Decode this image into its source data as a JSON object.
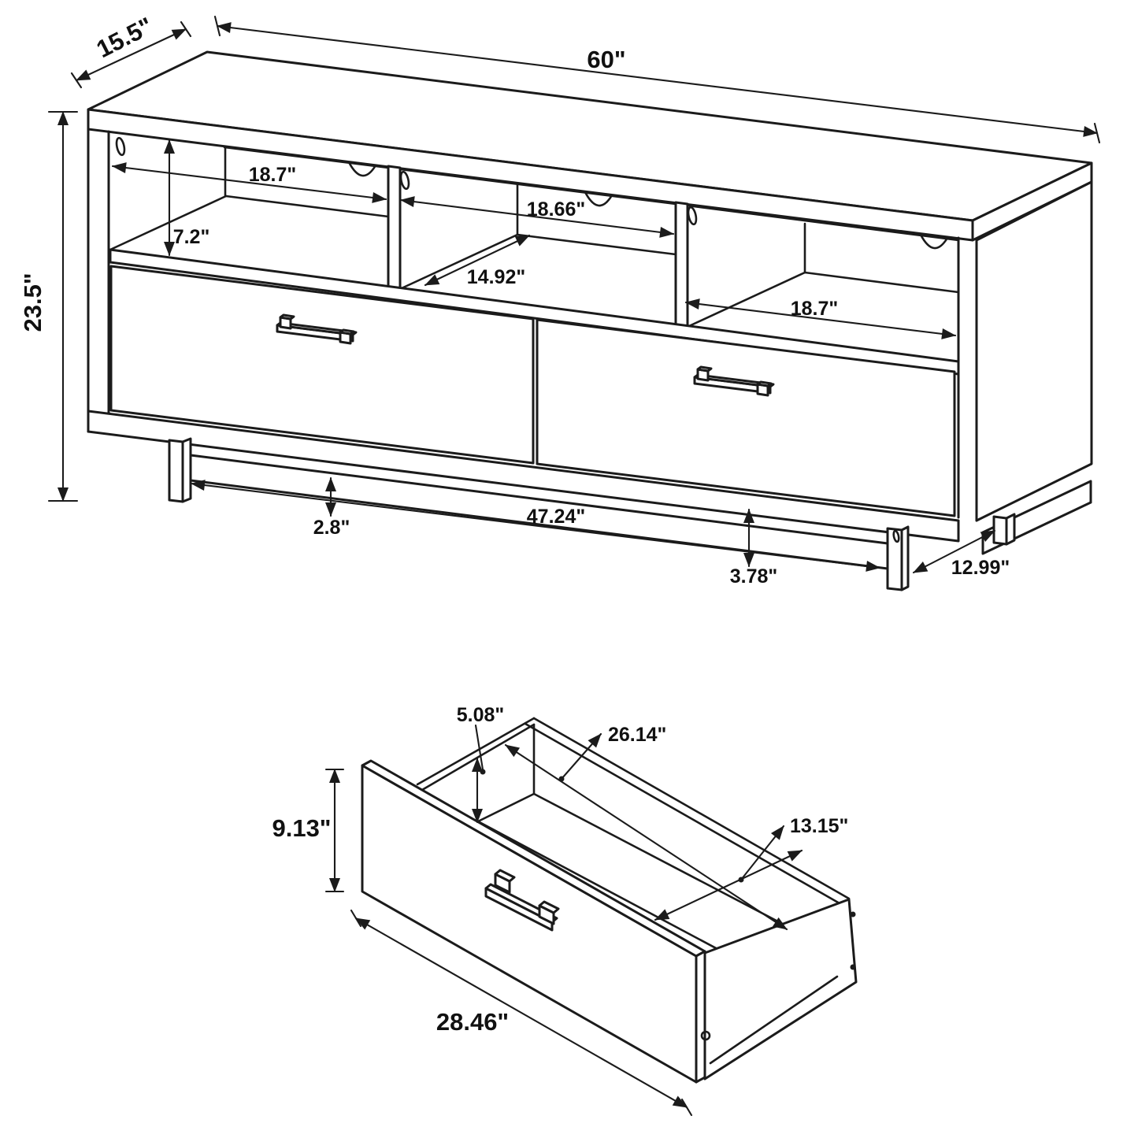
{
  "figure_type": "furniture-dimension-diagram",
  "colors": {
    "line": "#1b1b1b",
    "background": "#ffffff"
  },
  "console": {
    "description": "tv-console-front-isometric-view",
    "dims": {
      "width": "60\"",
      "depth": "15.5\"",
      "height": "23.5\"",
      "cubby1_width": "18.7\"",
      "cubby_height": "7.2\"",
      "cubby2_width": "18.66\"",
      "cubby_depth": "14.92\"",
      "cubby3_width": "18.7\"",
      "base_gap": "2.8\"",
      "front_leg_span": "47.24\"",
      "leg_height": "3.78\"",
      "side_leg_span": "12.99\""
    }
  },
  "drawer": {
    "description": "drawer-box-isometric-detail-view",
    "dims": {
      "box_side_height": "5.08\"",
      "interior_length": "26.14\"",
      "front_height": "9.13\"",
      "interior_depth": "13.15\"",
      "front_width": "28.46\""
    }
  }
}
